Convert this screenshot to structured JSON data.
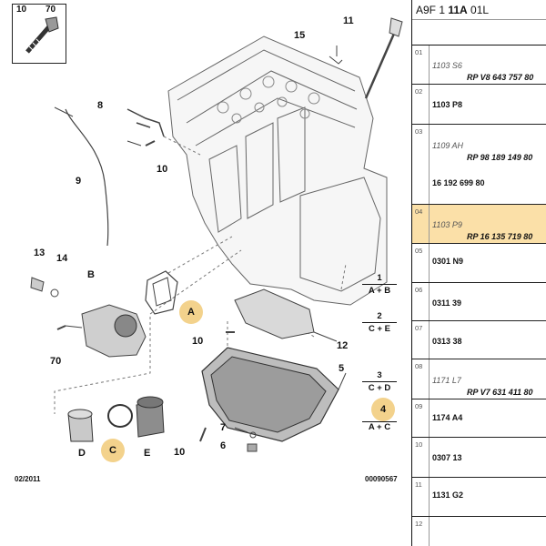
{
  "diagram": {
    "key_box": {
      "left": "10",
      "right": "70"
    },
    "callouts": {
      "c1": "1",
      "c2": "2",
      "c3": "3",
      "c4": "4",
      "c5": "5",
      "c6": "6",
      "c7": "7",
      "c8": "8",
      "c9": "9",
      "c10a": "10",
      "c10b": "10",
      "c10c": "10",
      "c11": "11",
      "c12": "12",
      "c13": "13",
      "c14": "14",
      "c15": "15",
      "c70": "70",
      "cB": "B",
      "cD": "D",
      "cE": "E"
    },
    "badges": {
      "A": "A",
      "C": "C",
      "four": "4"
    },
    "legend": [
      {
        "num": "1",
        "den": "A + B"
      },
      {
        "num": "2",
        "den": "C + E"
      },
      {
        "num": "3",
        "den": "C + D"
      },
      {
        "num": "4",
        "den": "A + C"
      }
    ],
    "date": "02/2011",
    "ref": "00090567",
    "colors": {
      "badge": "#f3d28c",
      "highlight": "#fbe0a8"
    }
  },
  "partlist": {
    "header_pre": "A9F 1 ",
    "header_bold": "11A",
    "header_post": " 01L",
    "rows": [
      {
        "idx": "01",
        "sub": "1103 S6",
        "ref": "RP V8 643 757 80",
        "main": "",
        "selected": false
      },
      {
        "idx": "02",
        "sub": "",
        "ref": "",
        "main": "1103 P8",
        "selected": false
      },
      {
        "idx": "03",
        "sub": "1109 AH",
        "ref": "RP 98 189 149 80",
        "main": "16 192 699 80",
        "selected": false
      },
      {
        "idx": "04",
        "sub": "1103 P9",
        "ref": "RP 16 135 719 80",
        "main": "",
        "selected": true
      },
      {
        "idx": "05",
        "sub": "",
        "ref": "",
        "main": "0301 N9",
        "selected": false
      },
      {
        "idx": "06",
        "sub": "",
        "ref": "",
        "main": "0311 39",
        "selected": false
      },
      {
        "idx": "07",
        "sub": "",
        "ref": "",
        "main": "0313 38",
        "selected": false
      },
      {
        "idx": "08",
        "sub": "1171 L7",
        "ref": "RP V7 631 411 80",
        "main": "",
        "selected": false
      },
      {
        "idx": "09",
        "sub": "",
        "ref": "",
        "main": "1174 A4",
        "selected": false
      },
      {
        "idx": "10",
        "sub": "",
        "ref": "",
        "main": "0307 13",
        "selected": false
      },
      {
        "idx": "11",
        "sub": "",
        "ref": "",
        "main": "1131 G2",
        "selected": false
      },
      {
        "idx": "12",
        "sub": "",
        "ref": "",
        "main": "",
        "selected": false
      }
    ]
  }
}
